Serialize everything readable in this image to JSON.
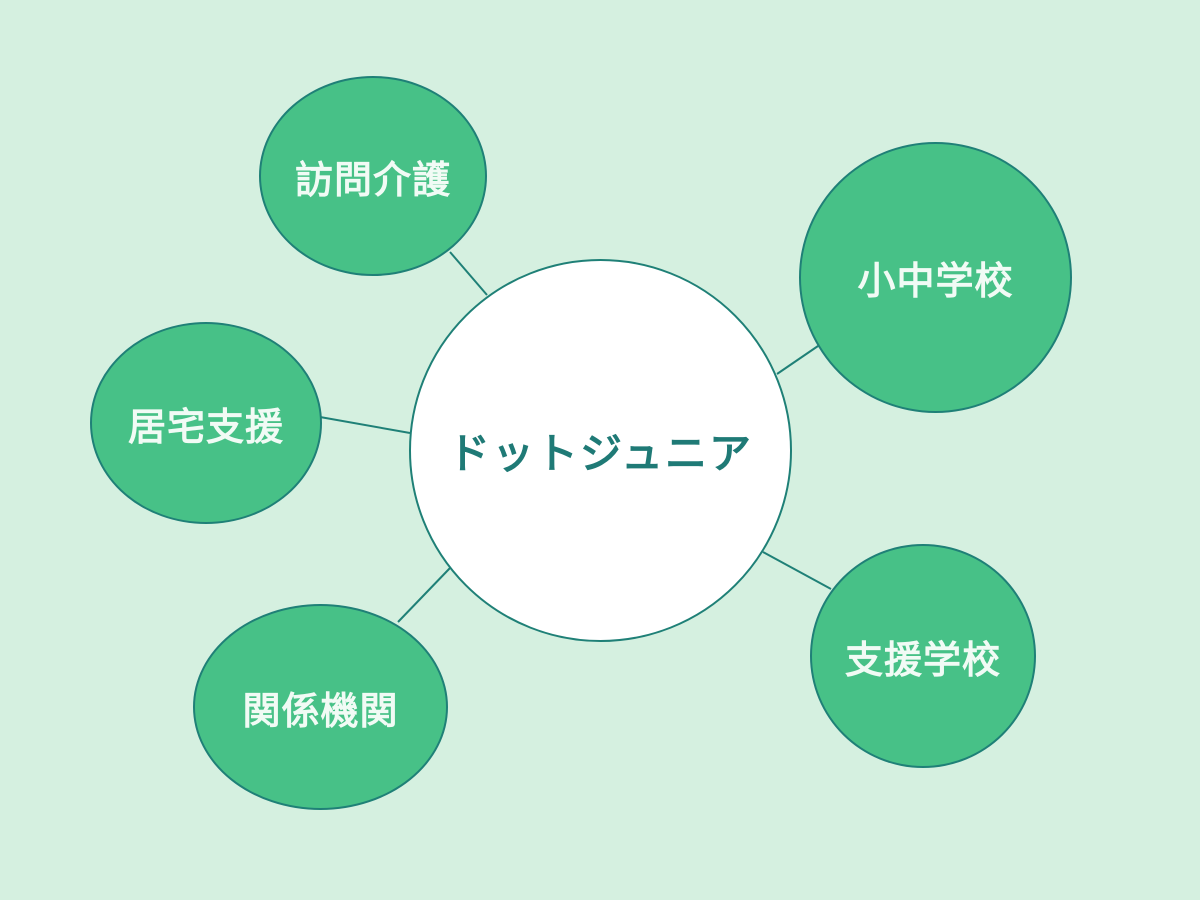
{
  "diagram": {
    "center": {
      "label": "ドットジュニア"
    },
    "nodes": {
      "home_visit_care": {
        "label": "訪問介護"
      },
      "home_support": {
        "label": "居宅支援"
      },
      "related_orgs": {
        "label": "関係機関"
      },
      "elementary_middle_school": {
        "label": "小中学校"
      },
      "special_support_school": {
        "label": "支援学校"
      }
    },
    "colors": {
      "background": "#d5f0e0",
      "satellite_fill": "#47c187",
      "satellite_text": "#f1fbf5",
      "center_fill": "#ffffff",
      "center_text": "#1f7a76",
      "stroke": "#1f8077"
    }
  }
}
